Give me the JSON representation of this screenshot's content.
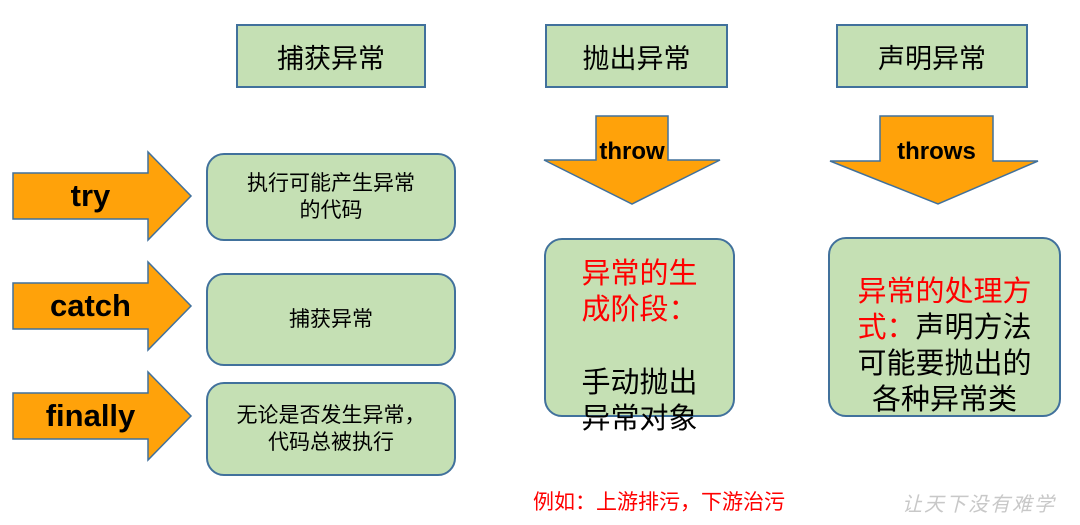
{
  "headers": {
    "catch_header": "捕获异常",
    "throw_header": "抛出异常",
    "declare_header": "声明异常"
  },
  "left_column": {
    "rows": [
      {
        "keyword": "try",
        "description": "执行可能产生异常\n的代码"
      },
      {
        "keyword": "catch",
        "description": "捕获异常"
      },
      {
        "keyword": "finally",
        "description": "无论是否发生异常，\n代码总被执行"
      }
    ]
  },
  "middle_column": {
    "keyword": "throw",
    "description_red": "异常的生\n成阶段：",
    "description_black": "手动抛出\n异常对象"
  },
  "right_column": {
    "keyword": "throws",
    "description_red": "异常的处理方\n式：",
    "description_black": "声明方法\n可能要抛出的\n各种异常类"
  },
  "footer": {
    "example": "例如：上游排污，下游治污",
    "watermark": "让天下没有难学"
  },
  "colors": {
    "box_fill": "#c5e0b4",
    "box_border": "#41719c",
    "arrow_fill": "#ffa20a",
    "highlight_text": "#ff0000"
  }
}
